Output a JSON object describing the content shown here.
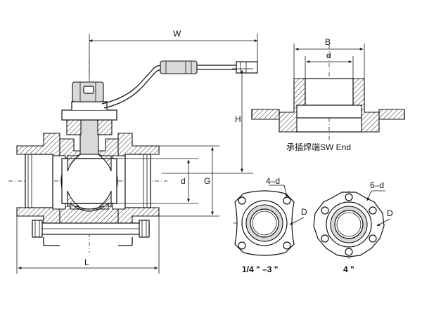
{
  "dimensions": {
    "width_label": "W",
    "height_label": "H",
    "length_label": "L",
    "bore_label": "d",
    "outer_label": "G",
    "socket_b_label": "B",
    "socket_d_label": "d"
  },
  "sw_end": {
    "caption": "承插焊端SW End"
  },
  "flange_small": {
    "holes_label": "4–d",
    "diameter_label": "D",
    "size_label": "1/4 \" –3 \""
  },
  "flange_large": {
    "holes_label": "6–d",
    "diameter_label": "D",
    "size_label": "4 \""
  }
}
